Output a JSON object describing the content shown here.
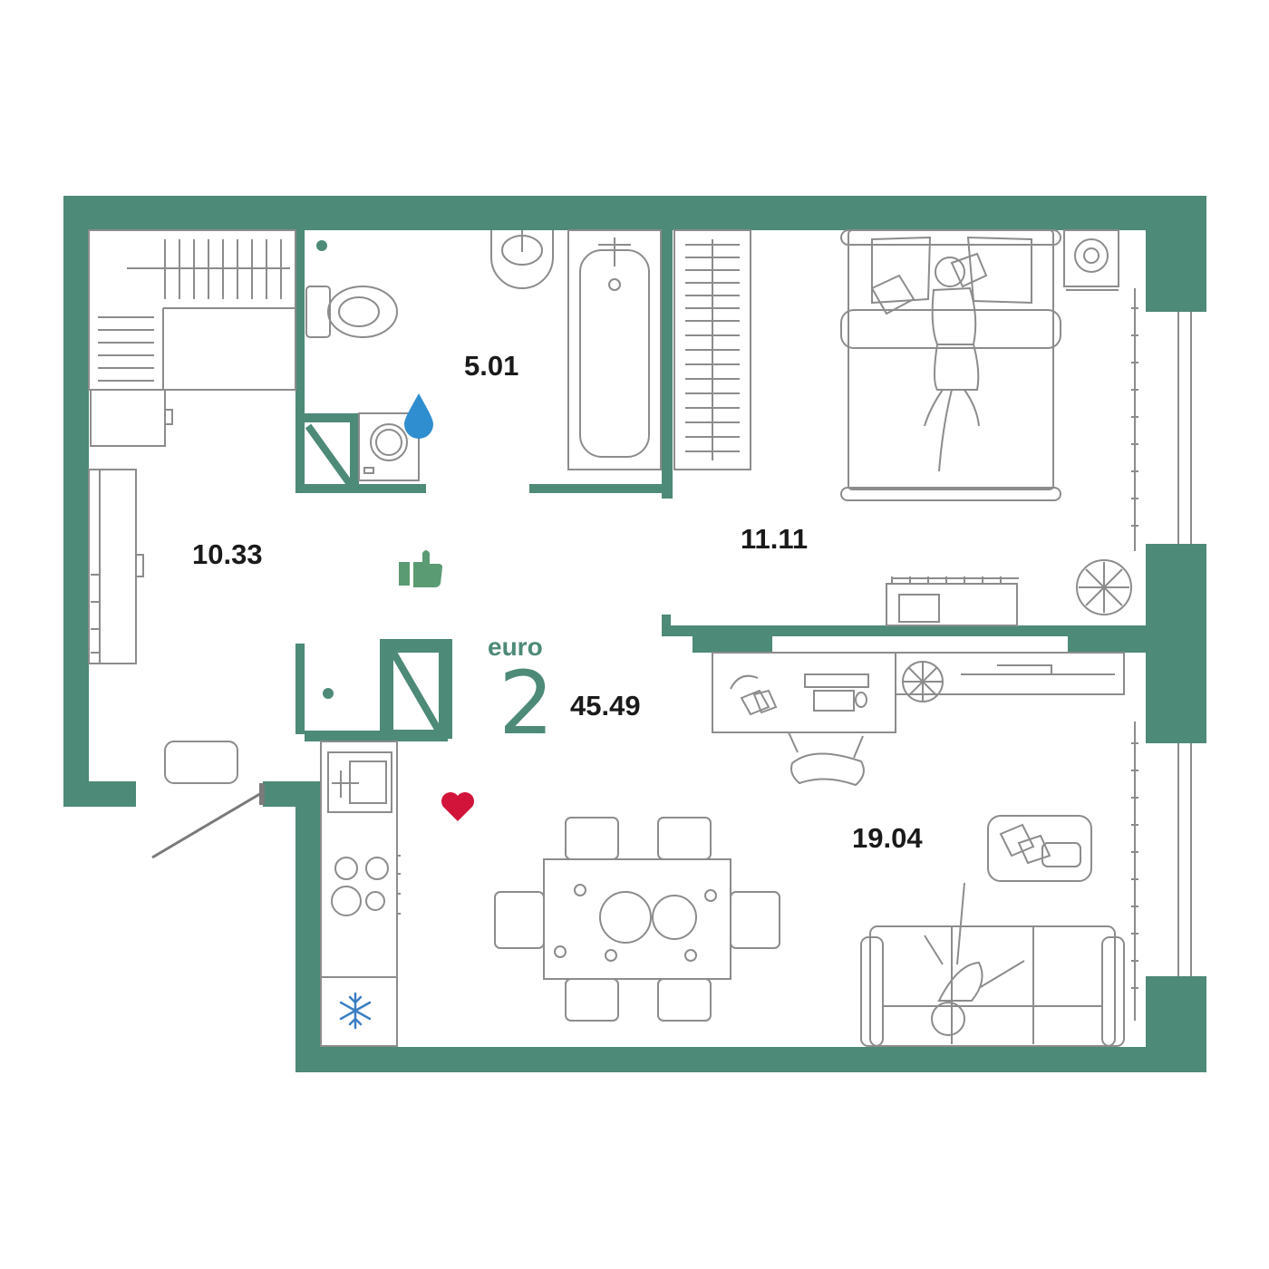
{
  "plan": {
    "colors": {
      "wall": "#4d8a78",
      "furniture_line": "#8c8c8c",
      "heart": "#d2143a",
      "water_drop": "#2f8ed0",
      "thumb": "#5b9b73",
      "snowflake": "#3a7ec4"
    },
    "layout_type": {
      "label": "euro",
      "rooms": "2"
    },
    "total_area": "45.49",
    "rooms": [
      {
        "id": "hallway",
        "area": "10.33"
      },
      {
        "id": "bathroom",
        "area": "5.01"
      },
      {
        "id": "bedroom",
        "area": "11.11"
      },
      {
        "id": "living-kitchen",
        "area": "19.04"
      }
    ],
    "icons": [
      "water-drop-icon",
      "thumbs-up-icon",
      "heart-icon",
      "snowflake-icon"
    ]
  }
}
